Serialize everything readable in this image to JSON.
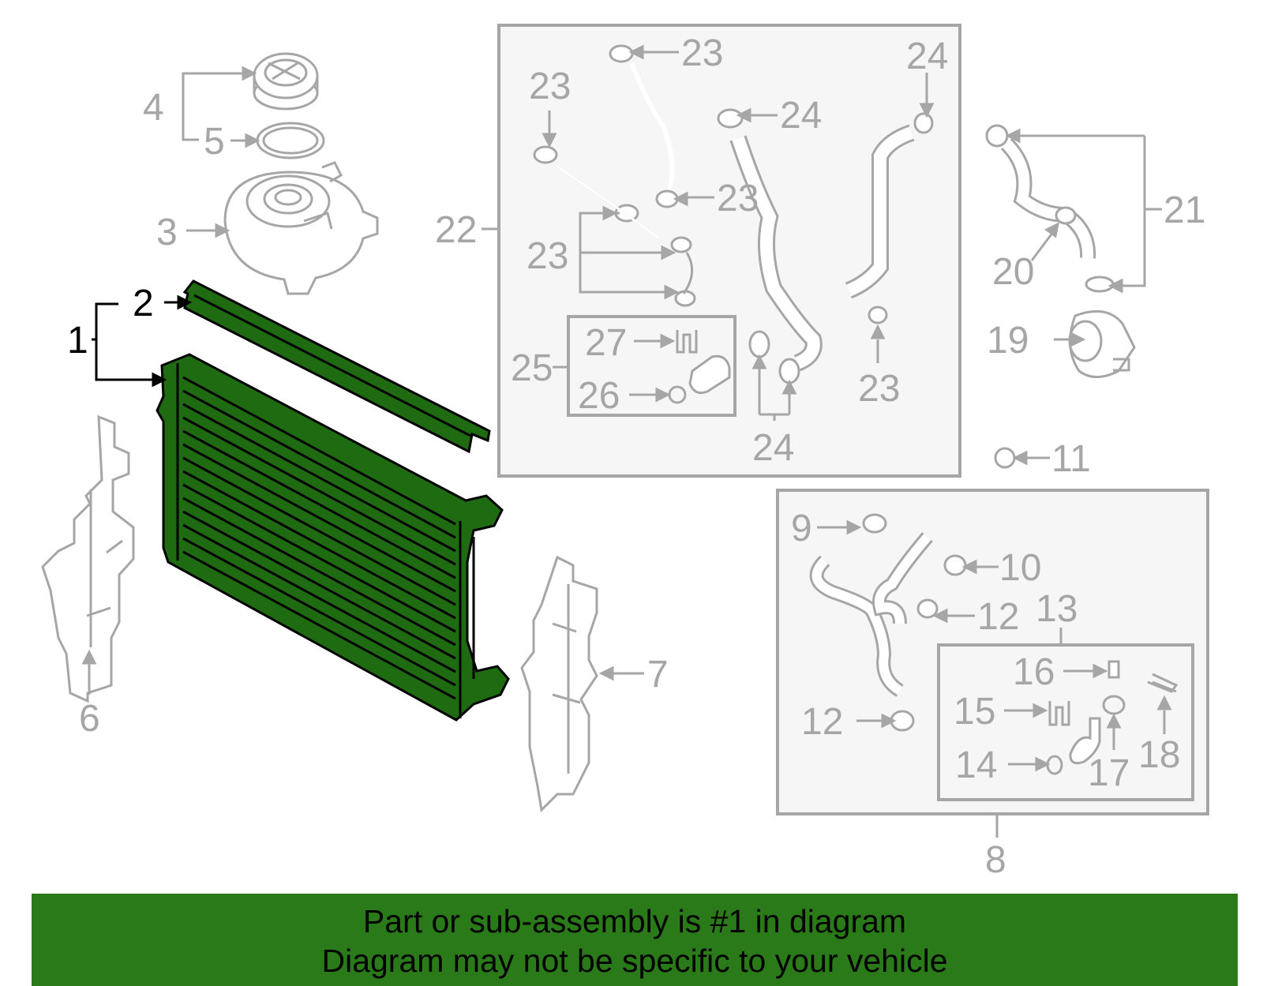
{
  "callouts": [
    {
      "id": "c1",
      "label": "1"
    },
    {
      "id": "c2",
      "label": "2"
    },
    {
      "id": "c3",
      "label": "3"
    },
    {
      "id": "c4",
      "label": "4"
    },
    {
      "id": "c5",
      "label": "5"
    },
    {
      "id": "c6",
      "label": "6"
    },
    {
      "id": "c7",
      "label": "7"
    },
    {
      "id": "c8",
      "label": "8"
    },
    {
      "id": "c9",
      "label": "9"
    },
    {
      "id": "c10",
      "label": "10"
    },
    {
      "id": "c11",
      "label": "11"
    },
    {
      "id": "c12a",
      "label": "12"
    },
    {
      "id": "c12b",
      "label": "12"
    },
    {
      "id": "c13",
      "label": "13"
    },
    {
      "id": "c14",
      "label": "14"
    },
    {
      "id": "c15",
      "label": "15"
    },
    {
      "id": "c16",
      "label": "16"
    },
    {
      "id": "c17",
      "label": "17"
    },
    {
      "id": "c18",
      "label": "18"
    },
    {
      "id": "c19",
      "label": "19"
    },
    {
      "id": "c20",
      "label": "20"
    },
    {
      "id": "c21",
      "label": "21"
    },
    {
      "id": "c22",
      "label": "22"
    },
    {
      "id": "c23a",
      "label": "23"
    },
    {
      "id": "c23b",
      "label": "23"
    },
    {
      "id": "c23c",
      "label": "23"
    },
    {
      "id": "c23d",
      "label": "23"
    },
    {
      "id": "c23e",
      "label": "23"
    },
    {
      "id": "c24a",
      "label": "24"
    },
    {
      "id": "c24b",
      "label": "24"
    },
    {
      "id": "c24c",
      "label": "24"
    },
    {
      "id": "c25",
      "label": "25"
    },
    {
      "id": "c26",
      "label": "26"
    },
    {
      "id": "c27",
      "label": "27"
    }
  ],
  "banner": {
    "line1": "Part or sub-assembly is #1 in diagram",
    "line2": "Diagram may not be specific to your vehicle"
  },
  "colors": {
    "highlight": "#1f6b12",
    "banner": "#2a7a19",
    "parts": "#a6a6a6",
    "box_fill": "#f6f6f6"
  }
}
